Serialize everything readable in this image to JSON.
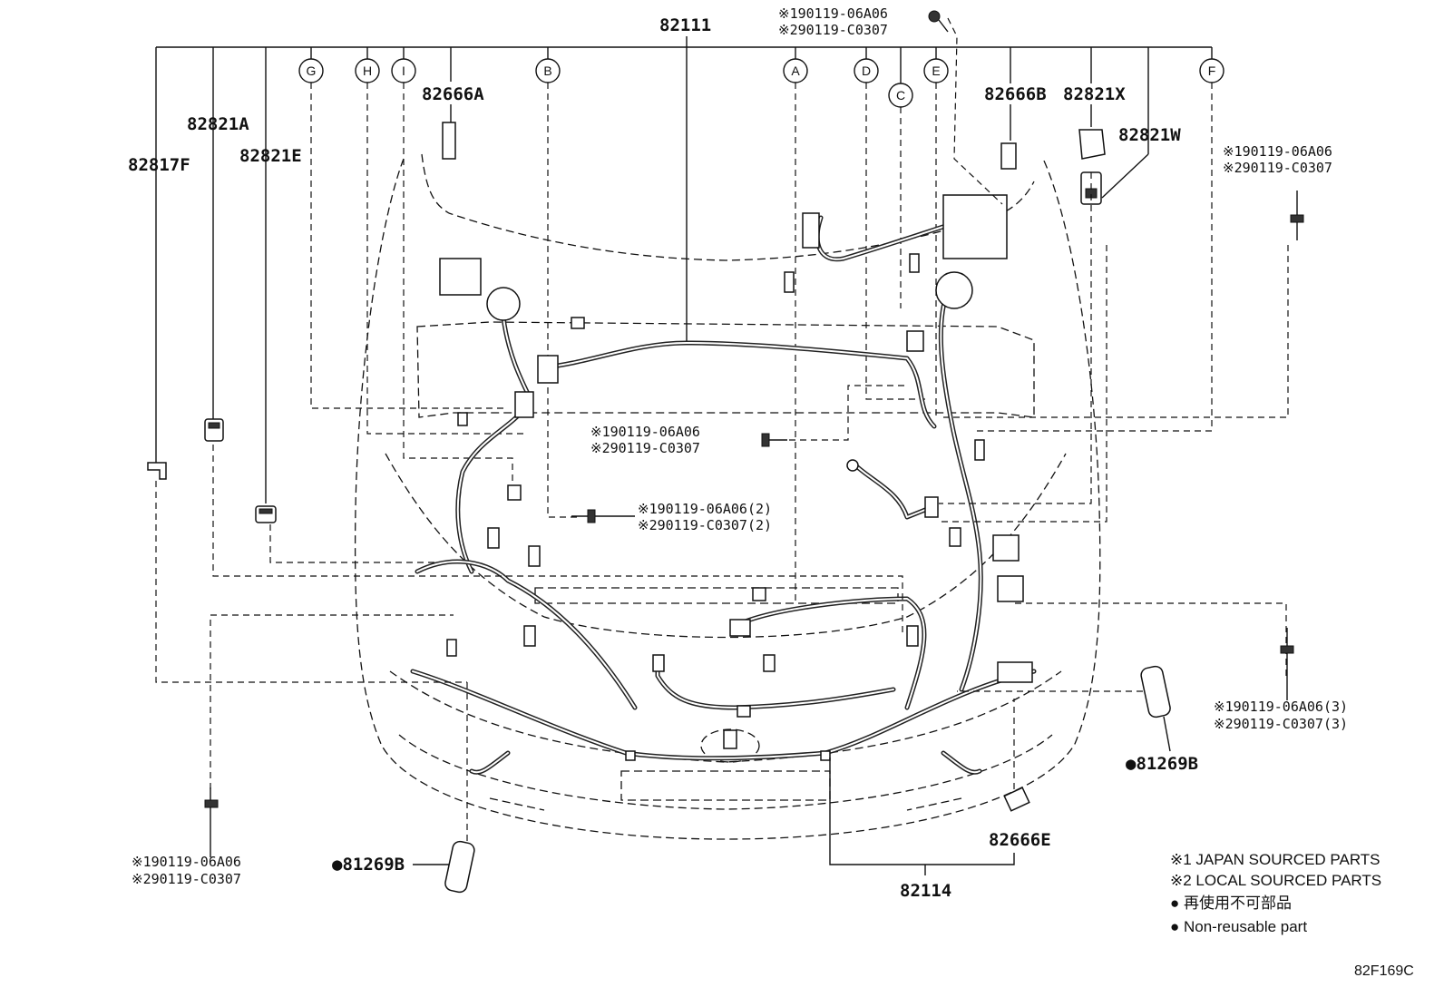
{
  "main_part": "82111",
  "circle_labels": [
    "G",
    "H",
    "I",
    "B",
    "A",
    "D",
    "C",
    "E",
    "F"
  ],
  "parts": {
    "p82666A": "82666A",
    "p82666B": "82666B",
    "p82821X": "82821X",
    "p82821W": "82821W",
    "p82821A": "82821A",
    "p82821E": "82821E",
    "p82817F": "82817F",
    "p81269B_right": "●81269B",
    "p81269B_left": "●81269B",
    "p82666E": "82666E",
    "p82114": "82114"
  },
  "bolt_notes": {
    "top": [
      "※190119-06A06",
      "※290119-C0307"
    ],
    "right_upper": [
      "※190119-06A06",
      "※290119-C0307"
    ],
    "center": [
      "※190119-06A06",
      "※290119-C0307"
    ],
    "center_lower": [
      "※190119-06A06(2)",
      "※290119-C0307(2)"
    ],
    "right_lower": [
      "※190119-06A06(3)",
      "※290119-C0307(3)"
    ],
    "left_lower": [
      "※190119-06A06",
      "※290119-C0307"
    ]
  },
  "legend": [
    "※1 JAPAN SOURCED PARTS",
    "※2 LOCAL SOURCED PARTS",
    "● 再使用不可部品",
    "● Non-reusable part"
  ],
  "figure_code": "82F169C"
}
